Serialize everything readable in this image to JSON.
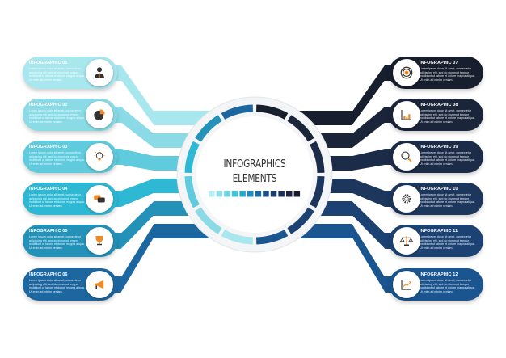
{
  "center": {
    "title_line1": "INFOGRAPHICS",
    "title_line2": "ELEMENTS"
  },
  "palette_squares": [
    "#b6ecf3",
    "#8fdfea",
    "#6cd3e2",
    "#3fc3da",
    "#27a9cc",
    "#1f8abb",
    "#1c6aa5",
    "#1a4f8e",
    "#1c3a70",
    "#1b2c55",
    "#1a2440",
    "#171c2c"
  ],
  "items": [
    {
      "title": "INFOGRAPHIC 01",
      "body": "Lorem ipsum dolor sit amet, consectetur adipiscing elit, sed do eiusmod tempor incididunt ut labore et dolore magna aliqua. Ut enim ad minim veniam.",
      "icon": "businessman-icon",
      "color": "#a9e7ef"
    },
    {
      "title": "INFOGRAPHIC 02",
      "body": "Lorem ipsum dolor sit amet, consectetur adipiscing elit, sed do eiusmod tempor incididunt ut labore et dolore magna aliqua. Ut enim ad minim veniam.",
      "icon": "pie-chart-icon",
      "color": "#8adbe6"
    },
    {
      "title": "INFOGRAPHIC 03",
      "body": "Lorem ipsum dolor sit amet, consectetur adipiscing elit, sed do eiusmod tempor incididunt ut labore et dolore magna aliqua. Ut enim ad minim veniam.",
      "icon": "lightbulb-icon",
      "color": "#5fcbdc"
    },
    {
      "title": "INFOGRAPHIC 04",
      "body": "Lorem ipsum dolor sit amet, consectetur adipiscing elit, sed do eiusmod tempor incididunt ut labore et dolore magna aliqua. Ut enim ad minim veniam.",
      "icon": "chat-bubbles-icon",
      "color": "#2fb8d3"
    },
    {
      "title": "INFOGRAPHIC 05",
      "body": "Lorem ipsum dolor sit amet, consectetur adipiscing elit, sed do eiusmod tempor incididunt ut labore et dolore magna aliqua. Ut enim ad minim veniam.",
      "icon": "trophy-icon",
      "color": "#2391b8"
    },
    {
      "title": "INFOGRAPHIC 06",
      "body": "Lorem ipsum dolor sit amet, consectetur adipiscing elit, sed do eiusmod tempor incididunt ut labore et dolore magna aliqua. Ut enim ad minim veniam.",
      "icon": "megaphone-icon",
      "color": "#1d67a1"
    },
    {
      "title": "INFOGRAPHIC 07",
      "body": "Lorem ipsum dolor sit amet, consectetur adipiscing elit, sed do eiusmod tempor incididunt ut labore et dolore magna aliqua. Ut enim ad minim veniam.",
      "icon": "target-icon",
      "color": "#171e2e"
    },
    {
      "title": "INFOGRAPHIC 08",
      "body": "Lorem ipsum dolor sit amet, consectetur adipiscing elit, sed do eiusmod tempor incididunt ut labore et dolore magna aliqua. Ut enim ad minim veniam.",
      "icon": "bar-chart-icon",
      "color": "#1b253a"
    },
    {
      "title": "INFOGRAPHIC 09",
      "body": "Lorem ipsum dolor sit amet, consectetur adipiscing elit, sed do eiusmod tempor incididunt ut labore et dolore magna aliqua. Ut enim ad minim veniam.",
      "icon": "magnifier-icon",
      "color": "#1c2c48"
    },
    {
      "title": "INFOGRAPHIC 10",
      "body": "Lorem ipsum dolor sit amet, consectetur adipiscing elit, sed do eiusmod tempor incididunt ut labore et dolore magna aliqua. Ut enim ad minim veniam.",
      "icon": "gear-icon",
      "color": "#1d365c"
    },
    {
      "title": "INFOGRAPHIC 11",
      "body": "Lorem ipsum dolor sit amet, consectetur adipiscing elit, sed do eiusmod tempor incididunt ut labore et dolore magna aliqua. Ut enim ad minim veniam.",
      "icon": "scales-icon",
      "color": "#1c4274"
    },
    {
      "title": "INFOGRAPHIC 12",
      "body": "Lorem ipsum dolor sit amet, consectetur adipiscing elit, sed do eiusmod tempor incididunt ut labore et dolore magna aliqua. Ut enim ad minim veniam.",
      "icon": "growth-chart-icon",
      "color": "#1b5590"
    }
  ]
}
